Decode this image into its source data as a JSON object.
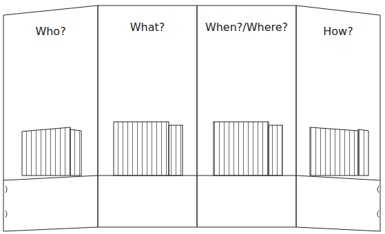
{
  "diagram": {
    "nodes": [
      {
        "text": [
          "Who?"
        ]
      },
      {
        "text": [
          "What?"
        ]
      },
      {
        "text": [
          "When?/Where?"
        ]
      },
      {
        "text": [
          "How?"
        ]
      }
    ]
  }
}
